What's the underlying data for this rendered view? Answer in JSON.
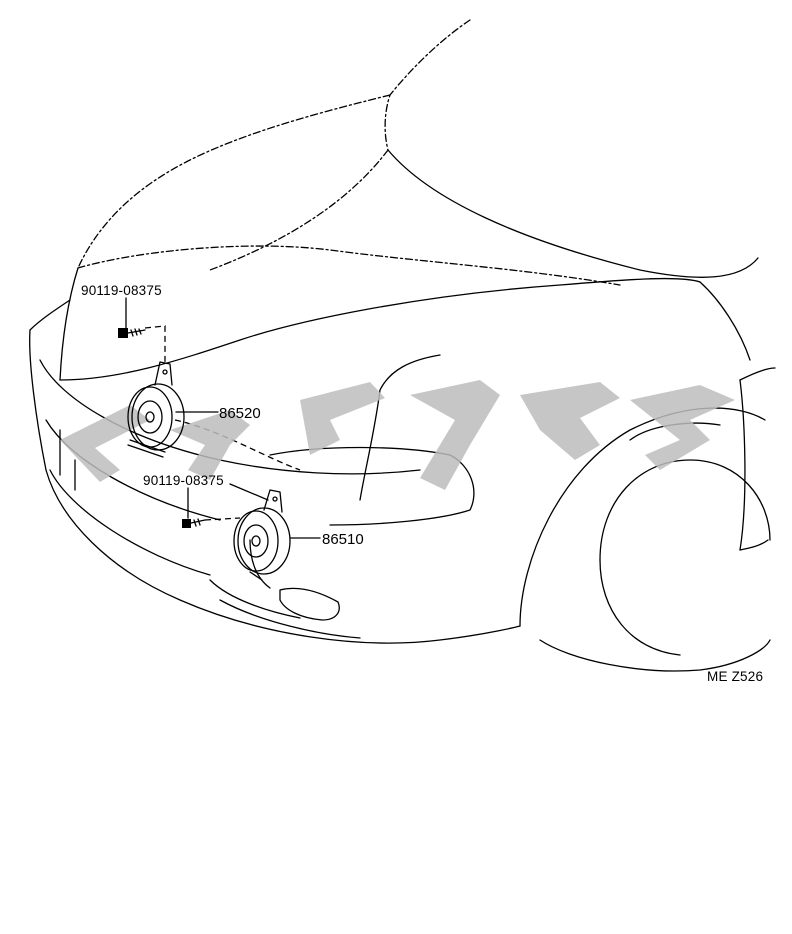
{
  "diagram": {
    "callouts": {
      "bolt_upper": "90119-08375",
      "horn_upper": "86520",
      "bolt_lower": "90119-08375",
      "horn_lower": "86510"
    },
    "figure_code": "ME Z526"
  }
}
